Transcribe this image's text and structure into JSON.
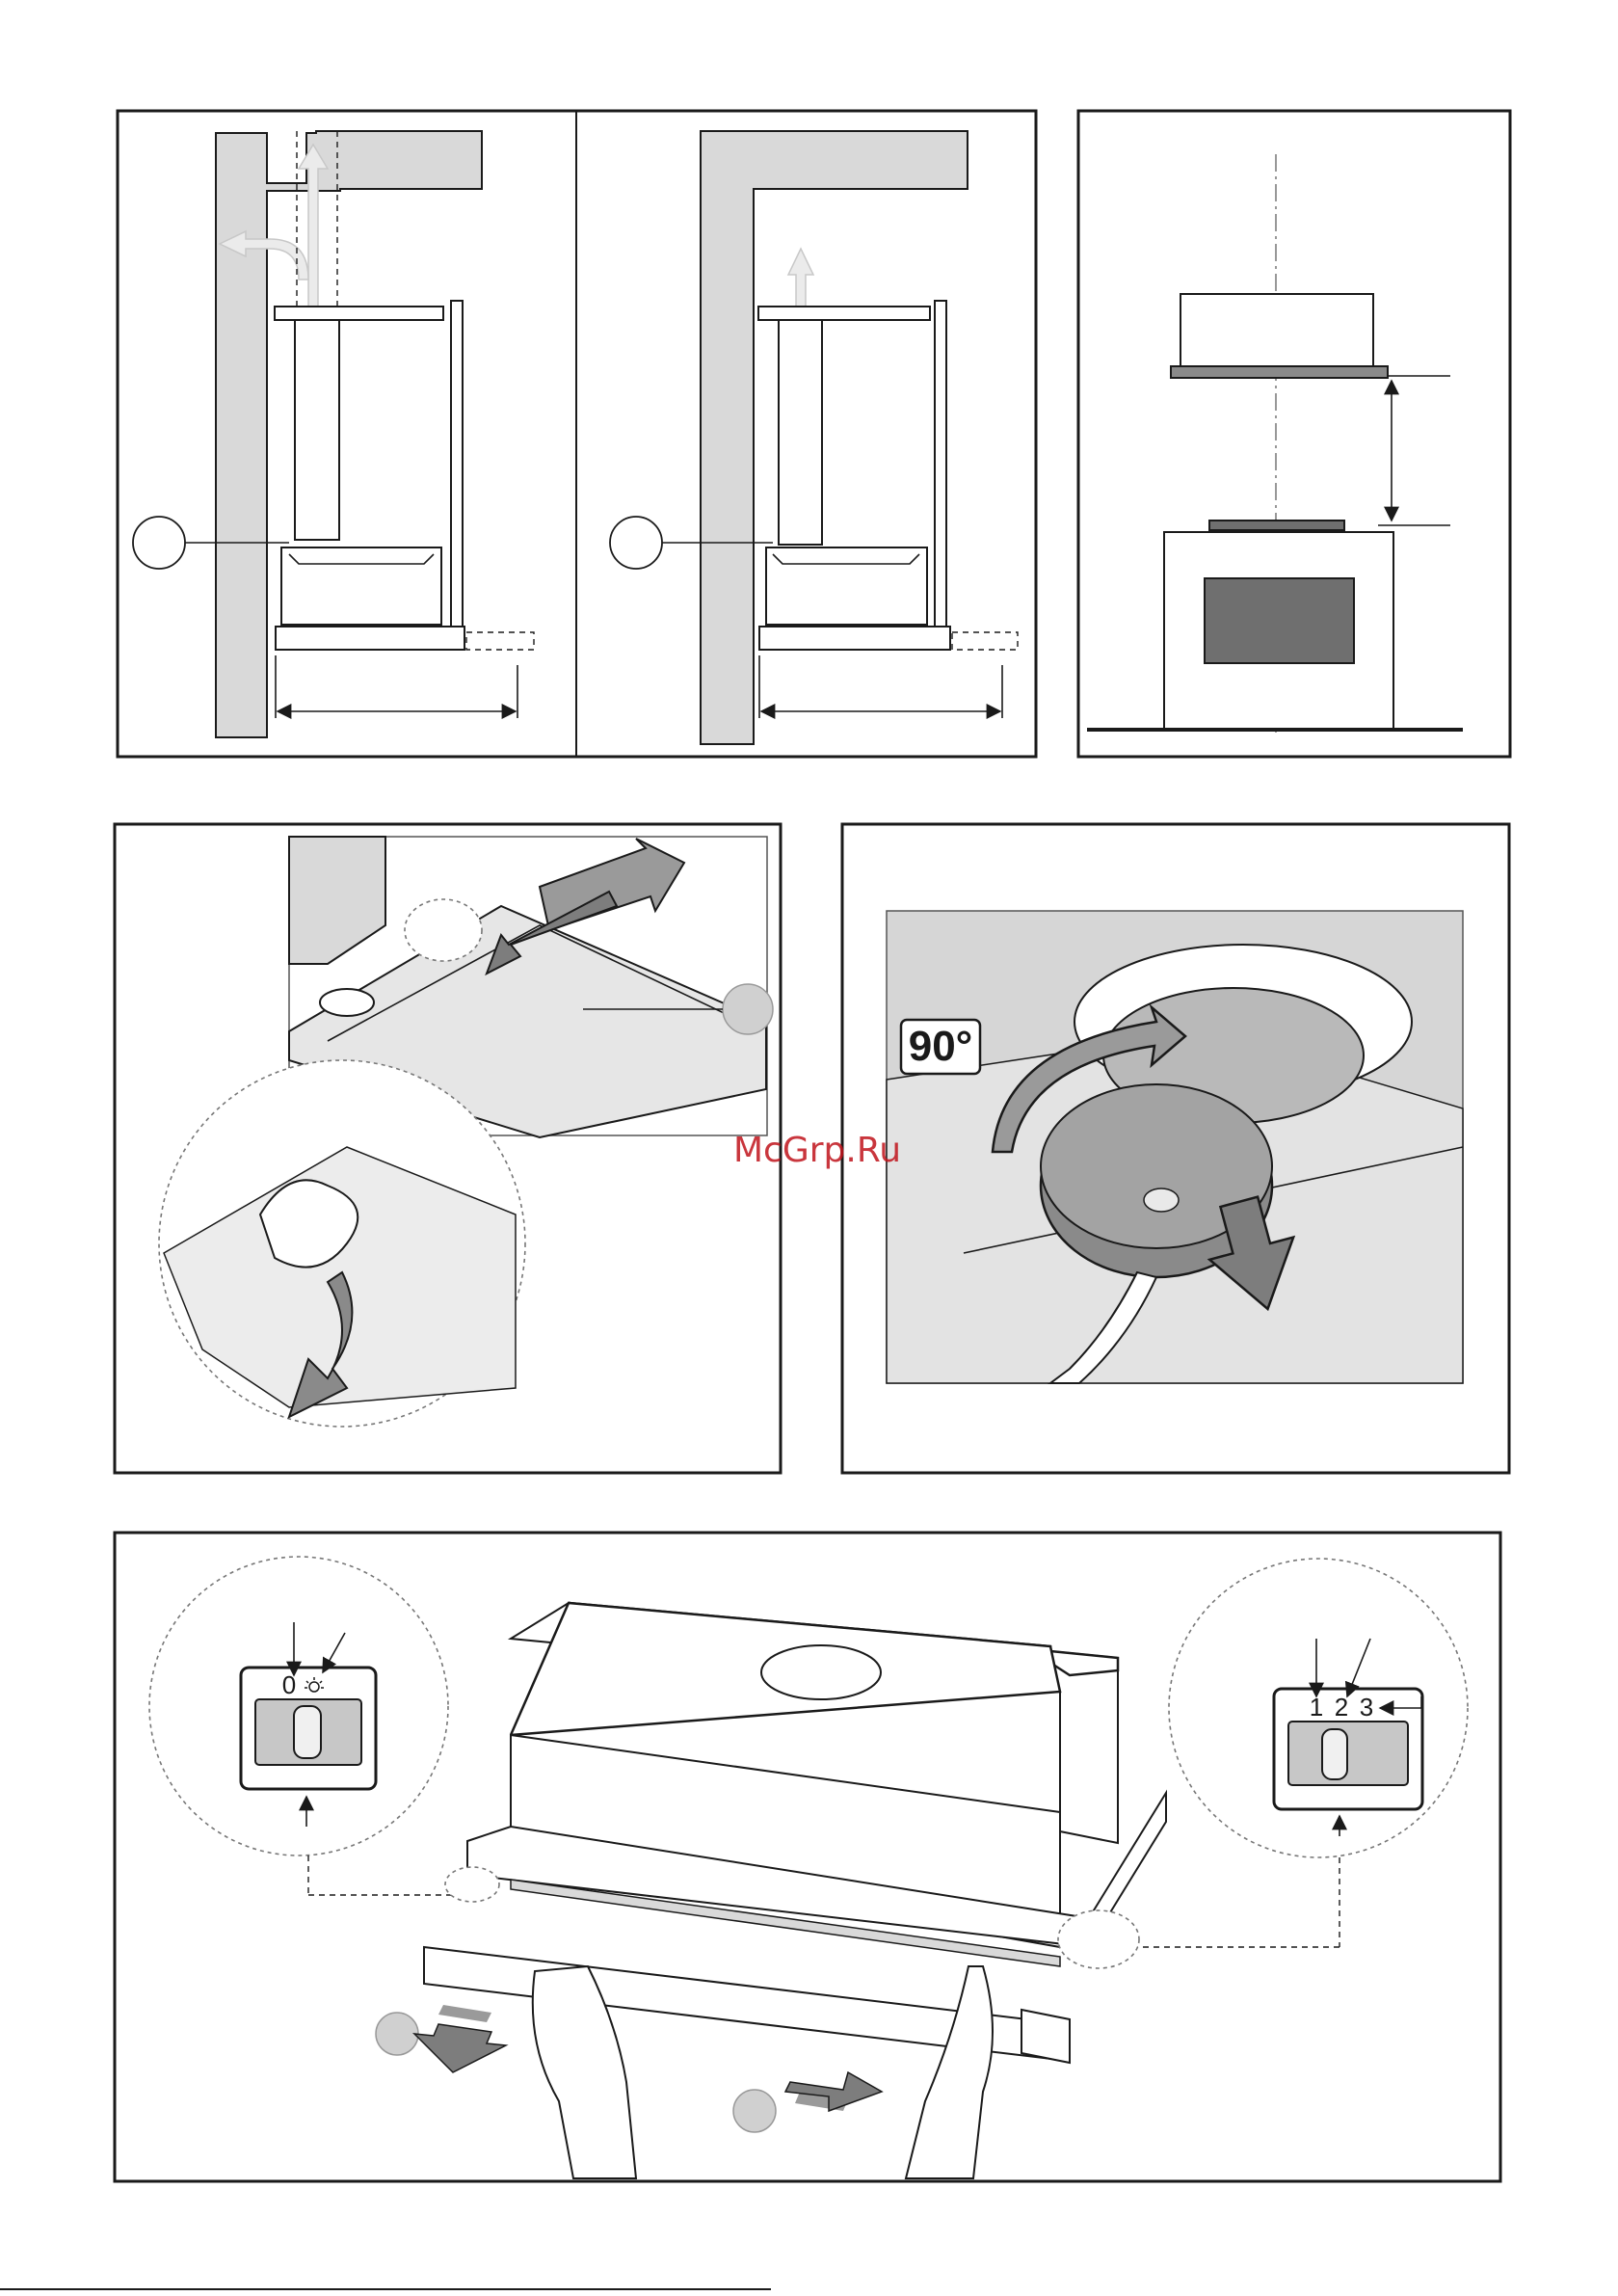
{
  "watermark": "McGrp.Ru",
  "rotation_badge": "90°",
  "fan_switch": {
    "positions": [
      "1",
      "2",
      "3"
    ]
  },
  "light_switch": {
    "symbols": [
      "0",
      "light-icon"
    ]
  },
  "colors": {
    "wall": "#d9d9d9",
    "oven_window": "#6f6f6f",
    "filter_grey": "#8a8a8a",
    "watermark": "#c0141c"
  }
}
